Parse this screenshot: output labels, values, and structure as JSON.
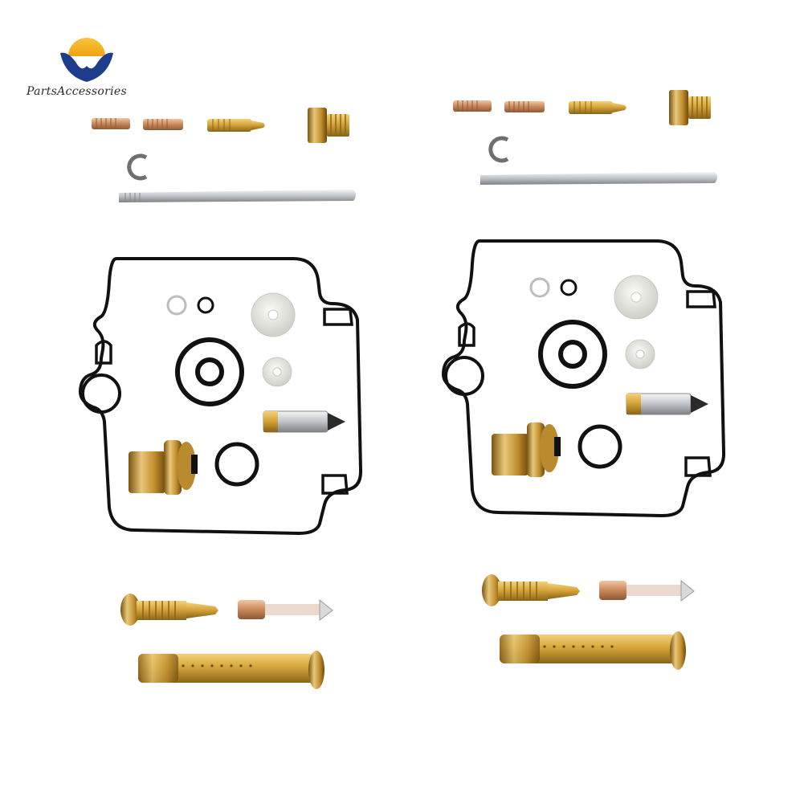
{
  "brand": {
    "logo_text": "PartsAccessories",
    "logo_colors": {
      "sun": "#F5B21B",
      "wave": "#1E3C8C"
    }
  },
  "image": {
    "kits": [
      {
        "name": "carburetor-rebuild-kit-left"
      },
      {
        "name": "carburetor-rebuild-kit-right"
      }
    ],
    "colors": {
      "gasket": "#111111",
      "brass": "#D6A53A",
      "brass_dark": "#8A6418",
      "copper": "#C9875A",
      "steel": "#BFC3C7",
      "nylon": "#E3E3DE"
    }
  }
}
